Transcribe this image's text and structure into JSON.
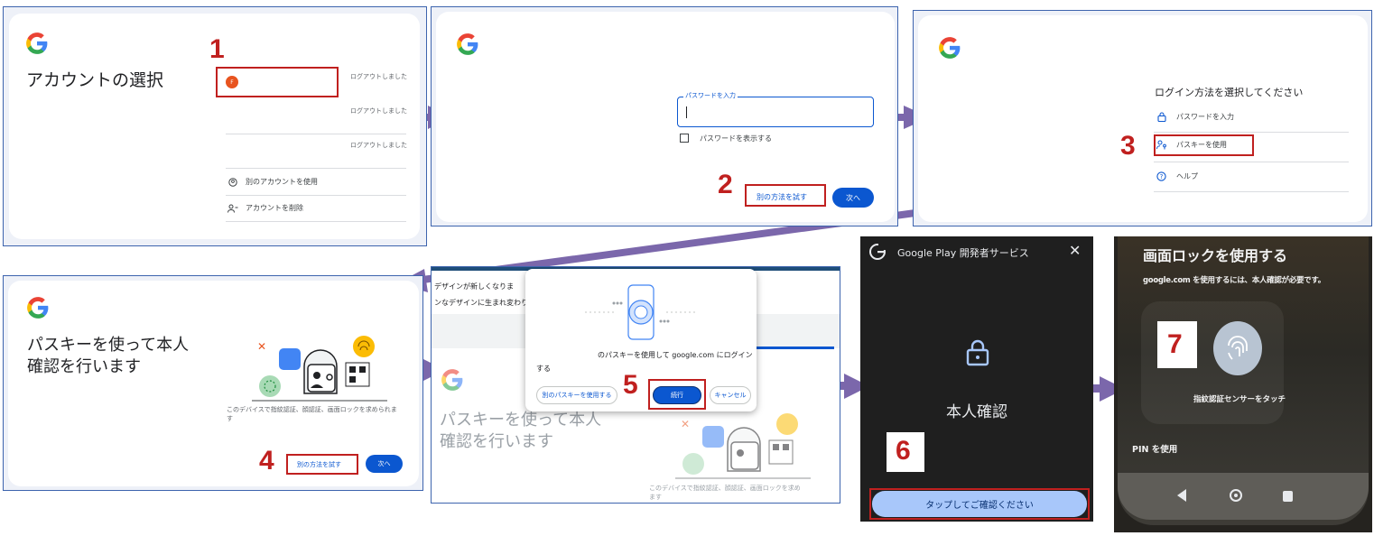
{
  "step_numbers": [
    "1",
    "2",
    "3",
    "4",
    "5",
    "6",
    "7"
  ],
  "panel1": {
    "title": "アカウントの選択",
    "avatar_letter": "F",
    "account_status": [
      "ログアウトしました",
      "ログアウトしました",
      "ログアウトしました"
    ],
    "use_other_account": "別のアカウントを使用",
    "remove_account": "アカウントを削除"
  },
  "panel2": {
    "password_label": "パスワードを入力",
    "show_password": "パスワードを表示する",
    "try_another_way": "別の方法を試す",
    "next": "次へ"
  },
  "panel3": {
    "heading": "ログイン方法を選択してください",
    "options": [
      "パスワードを入力",
      "パスキーを使用",
      "ヘルプ"
    ]
  },
  "panel4": {
    "title_line1": "パスキーを使って本人",
    "title_line2": "確認を行います",
    "description": "このデバイスで指紋認証、顔認証、画面ロックを求められます",
    "try_another_way": "別の方法を試す",
    "next": "次へ"
  },
  "panel5": {
    "banner_line1": "デザインが新しくなりま",
    "banner_line2": "ンなデザインに生まれ変わり",
    "dialog_text_1": "のパスキーを使用して google.com にログイン",
    "dialog_text_2": "する",
    "other_passkey": "別のパスキーを使用する",
    "continue": "続行",
    "cancel": "キャンセル",
    "bg_title_line1": "パスキーを使って本人",
    "bg_title_line2": "確認を行います",
    "bg_description_line1": "このデバイスで指紋認証、顔認証、画面ロックを求め",
    "bg_description_line2": "ます"
  },
  "panel6": {
    "header": "Google Play 開発者サービス",
    "title": "本人確認",
    "tap_button": "タップしてご確認ください"
  },
  "panel7": {
    "title": "画面ロックを使用する",
    "subtitle": "google.com を使用するには、本人確認が必要です。",
    "touch_sensor": "指紋認証センサーをタッチ",
    "use_pin": "PIN を使用"
  },
  "colors": {
    "step_red": "#c0201f",
    "google_blue": "#0b57d0",
    "arrow_purple": "#7b67ab",
    "panel_border": "#3d64ae"
  }
}
